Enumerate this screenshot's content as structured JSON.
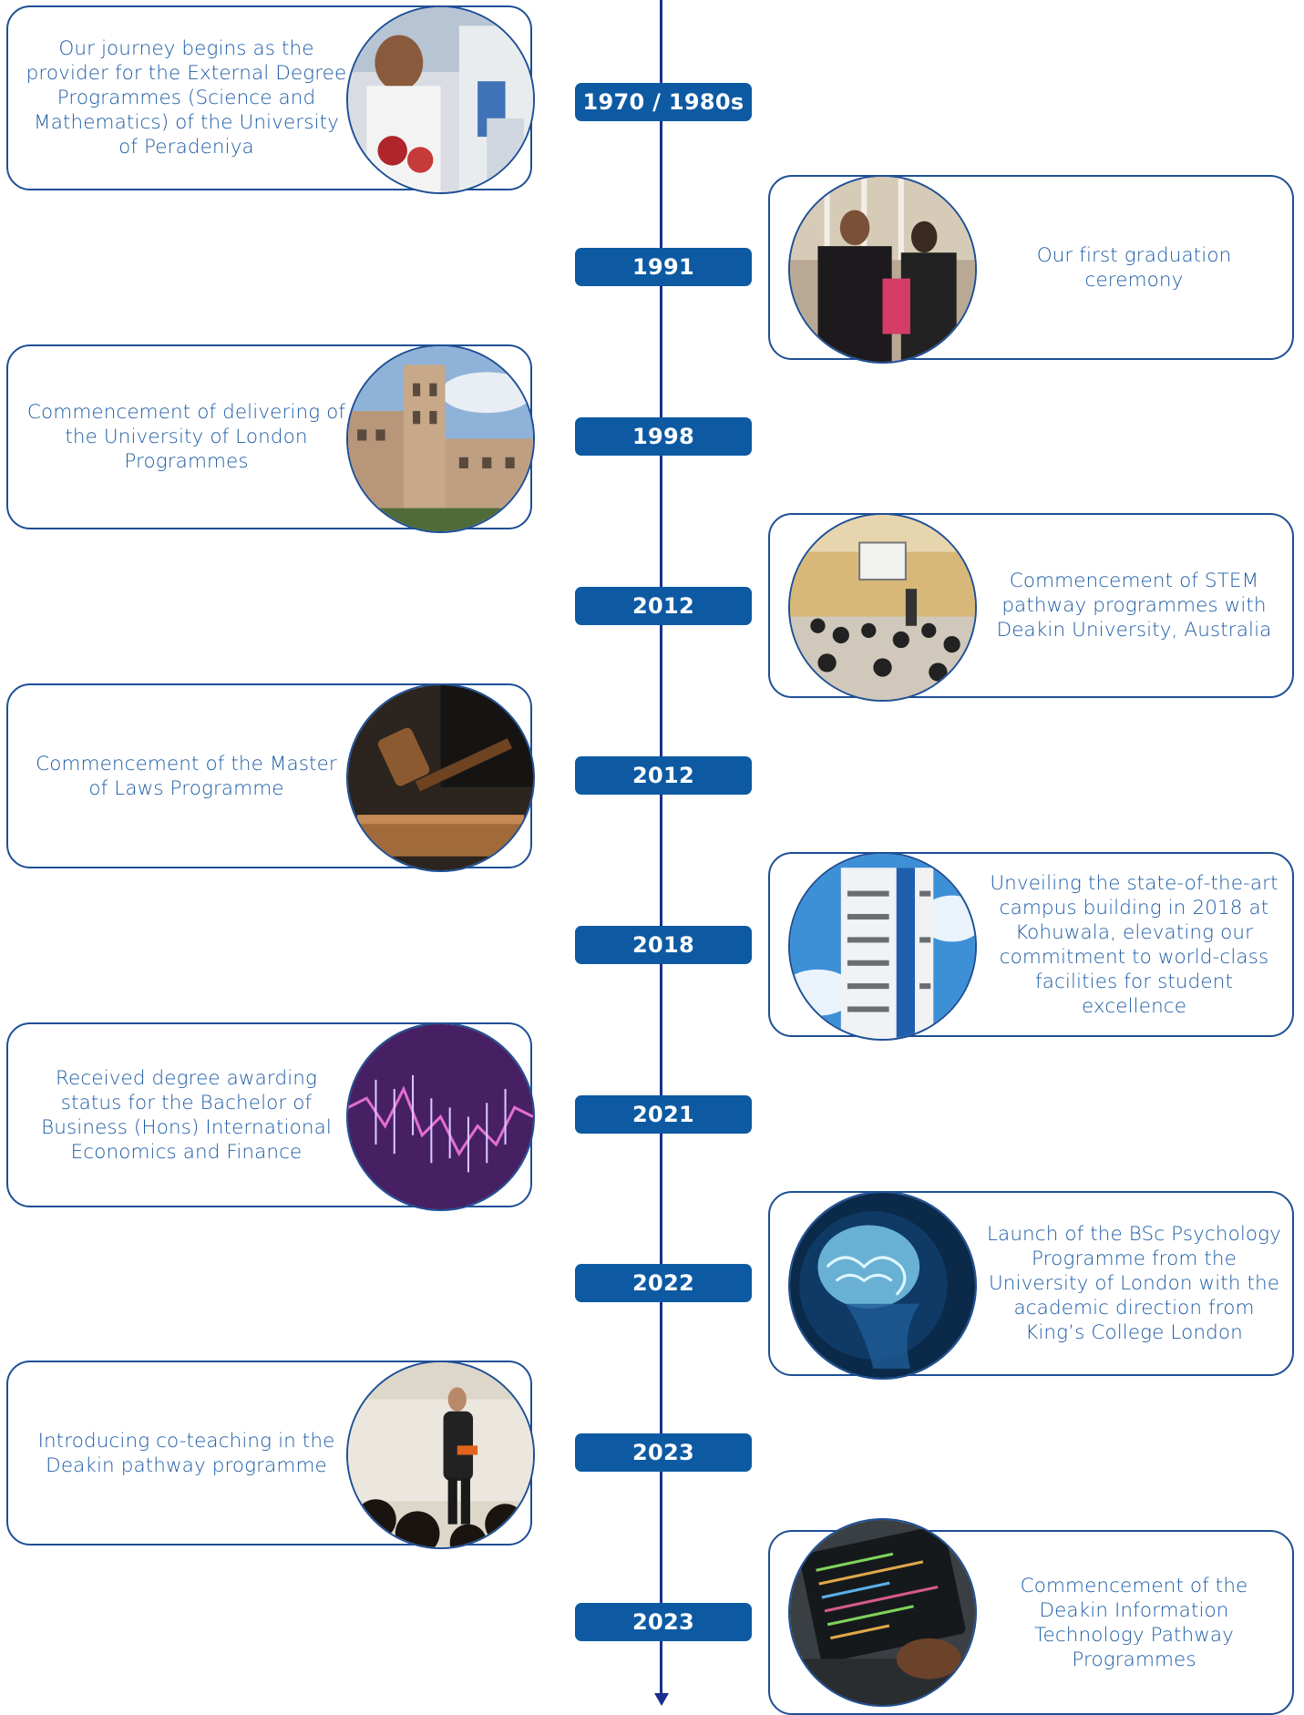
{
  "milestones": [
    {
      "year": "1970 / 1980s",
      "side": "left",
      "text": "Our journey begins as the provider for the External Degree Programmes (Science and Mathematics) of the University of Peradeniya",
      "photo": "laboratory-scientist-photo"
    },
    {
      "year": "1991",
      "side": "right",
      "text": "Our first graduation ceremony",
      "photo": "graduation-ceremony-photo"
    },
    {
      "year": "1998",
      "side": "left",
      "text": "Commencement of delivering of the University of London Programmes",
      "photo": "university-building-photo"
    },
    {
      "year": "2012",
      "side": "right",
      "text": "Commencement of STEM pathway programmes with Deakin University, Australia",
      "photo": "lecture-hall-photo"
    },
    {
      "year": "2012",
      "side": "left",
      "text": "Commencement of the Master of Laws Programme",
      "photo": "judge-gavel-photo"
    },
    {
      "year": "2018",
      "side": "right",
      "text": "Unveiling the state-of-the-art campus building in 2018 at Kohuwala, elevating our commitment to world-class facilities for student excellence",
      "photo": "campus-tower-photo"
    },
    {
      "year": "2021",
      "side": "left",
      "text": "Received degree awarding status for the Bachelor of Business (Hons) International Economics and Finance",
      "photo": "finance-chart-photo"
    },
    {
      "year": "2022",
      "side": "right",
      "text": "Launch of the BSc Psychology Programme from the University of London with the academic direction from King’s College London",
      "photo": "brain-illustration-photo"
    },
    {
      "year": "2023",
      "side": "left",
      "text": "Introducing co-teaching in the Deakin pathway programme",
      "photo": "classroom-teaching-photo"
    },
    {
      "year": "2023",
      "side": "right",
      "text": "Commencement of the Deakin Information Technology Pathway Programmes",
      "photo": "laptop-coding-photo"
    }
  ],
  "colors": {
    "axis": "#1c2e8f",
    "year_badge": "#0d5aa3",
    "card_border": "#1e4f96",
    "card_text": "#1d5ca5"
  }
}
